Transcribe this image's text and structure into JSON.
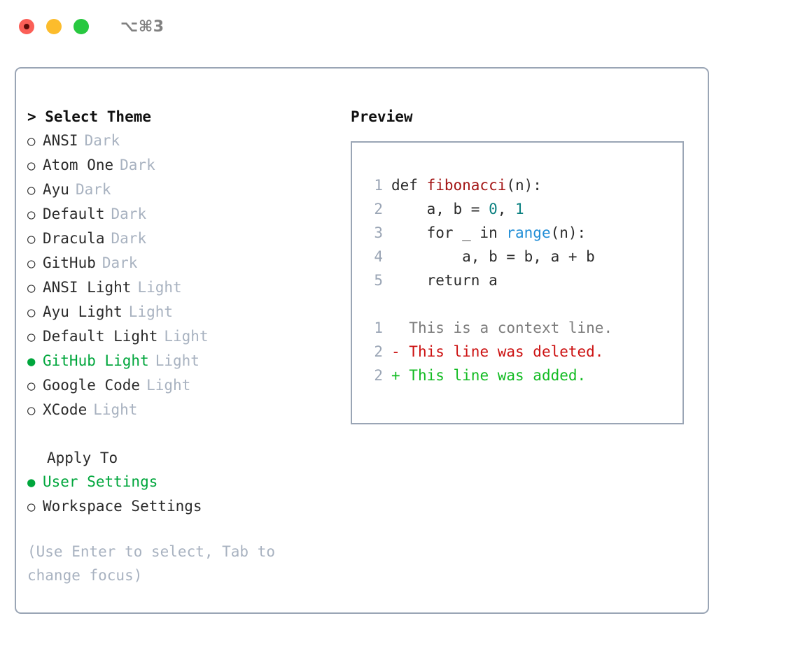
{
  "titlebar": {
    "shortcut": "⌥⌘3",
    "lights": [
      "close-red",
      "minimize-yellow",
      "zoom-green"
    ]
  },
  "theme_select": {
    "heading": "> Select Theme",
    "options": [
      {
        "marker": "○",
        "label": "ANSI",
        "tag": "Dark",
        "selected": false
      },
      {
        "marker": "○",
        "label": "Atom One",
        "tag": "Dark",
        "selected": false
      },
      {
        "marker": "○",
        "label": "Ayu",
        "tag": "Dark",
        "selected": false
      },
      {
        "marker": "○",
        "label": "Default",
        "tag": "Dark",
        "selected": false
      },
      {
        "marker": "○",
        "label": "Dracula",
        "tag": "Dark",
        "selected": false
      },
      {
        "marker": "○",
        "label": "GitHub",
        "tag": "Dark",
        "selected": false
      },
      {
        "marker": "○",
        "label": "ANSI Light",
        "tag": "Light",
        "selected": false
      },
      {
        "marker": "○",
        "label": "Ayu Light",
        "tag": "Light",
        "selected": false
      },
      {
        "marker": "○",
        "label": "Default Light",
        "tag": "Light",
        "selected": false
      },
      {
        "marker": "●",
        "label": "GitHub Light",
        "tag": "Light",
        "selected": true
      },
      {
        "marker": "○",
        "label": "Google Code",
        "tag": "Light",
        "selected": false
      },
      {
        "marker": "○",
        "label": "XCode",
        "tag": "Light",
        "selected": false
      }
    ]
  },
  "apply_to": {
    "heading": "Apply To",
    "options": [
      {
        "marker": "●",
        "label": "User Settings",
        "selected": true
      },
      {
        "marker": "○",
        "label": "Workspace Settings",
        "selected": false
      }
    ]
  },
  "hint": "(Use Enter to select, Tab to change focus)",
  "preview": {
    "heading": "Preview",
    "code": [
      {
        "no": "1",
        "parts": [
          {
            "t": "def ",
            "k": "plain"
          },
          {
            "t": "fibonacci",
            "k": "fn"
          },
          {
            "t": "(n):",
            "k": "plain"
          }
        ]
      },
      {
        "no": "2",
        "parts": [
          {
            "t": "    a, b = ",
            "k": "plain"
          },
          {
            "t": "0",
            "k": "num"
          },
          {
            "t": ", ",
            "k": "plain"
          },
          {
            "t": "1",
            "k": "num"
          }
        ]
      },
      {
        "no": "3",
        "parts": [
          {
            "t": "    for _ in ",
            "k": "plain"
          },
          {
            "t": "range",
            "k": "call"
          },
          {
            "t": "(n):",
            "k": "plain"
          }
        ]
      },
      {
        "no": "4",
        "parts": [
          {
            "t": "        a, b = b, a + b",
            "k": "plain"
          }
        ]
      },
      {
        "no": "5",
        "parts": [
          {
            "t": "    return a",
            "k": "plain"
          }
        ]
      }
    ],
    "diff": [
      {
        "no": "1",
        "sign": " ",
        "text": "This is a context line.",
        "kind": "ctx"
      },
      {
        "no": "2",
        "sign": "-",
        "text": "This line was deleted.",
        "kind": "del"
      },
      {
        "no": "2",
        "sign": "+",
        "text": "This line was added.",
        "kind": "add"
      }
    ]
  },
  "colors": {
    "border": "#9aa5b5",
    "selected_green": "#00a63c",
    "tag_gray": "#a8b2c0",
    "fn_red": "#a31515",
    "number_teal": "#0a8080",
    "call_blue": "#1f8dd6",
    "diff_del": "#cc1111",
    "diff_add": "#12bb22",
    "diff_ctx": "#7c7c7c"
  }
}
